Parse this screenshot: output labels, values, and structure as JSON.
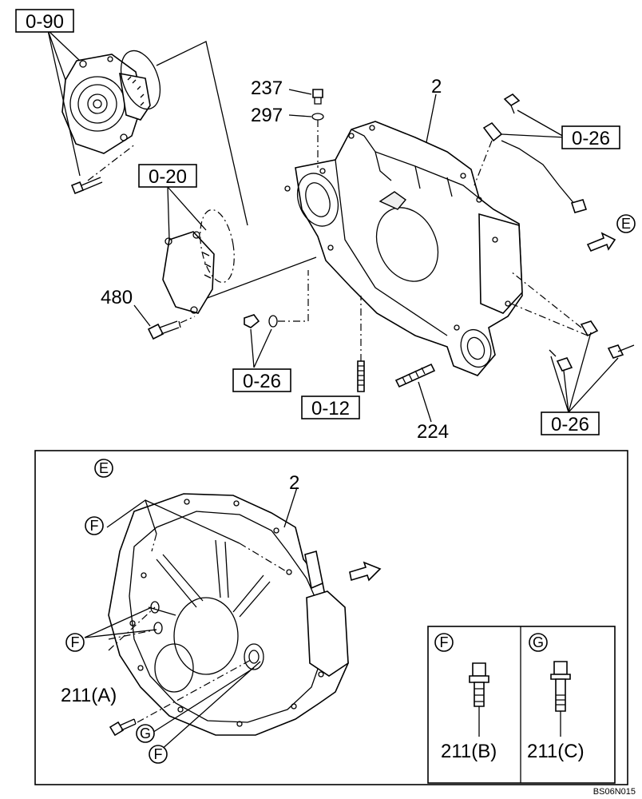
{
  "refs": {
    "r090": "0-90",
    "r020": "0-20",
    "r026_a": "0-26",
    "r026_b": "0-26",
    "r026_c": "0-26",
    "r012": "0-12"
  },
  "parts": {
    "p237": "237",
    "p297": "297",
    "p2_top": "2",
    "p480": "480",
    "p224": "224",
    "p2_detail": "2",
    "p211a": "211(A)",
    "p211b": "211(B)",
    "p211c": "211(C)"
  },
  "markers": {
    "e_top": "E",
    "e_detail": "E",
    "f1": "F",
    "f2": "F",
    "f3": "F",
    "g1": "G",
    "f_box": "F",
    "g_box": "G"
  },
  "footer": {
    "code": "BS06N015"
  }
}
